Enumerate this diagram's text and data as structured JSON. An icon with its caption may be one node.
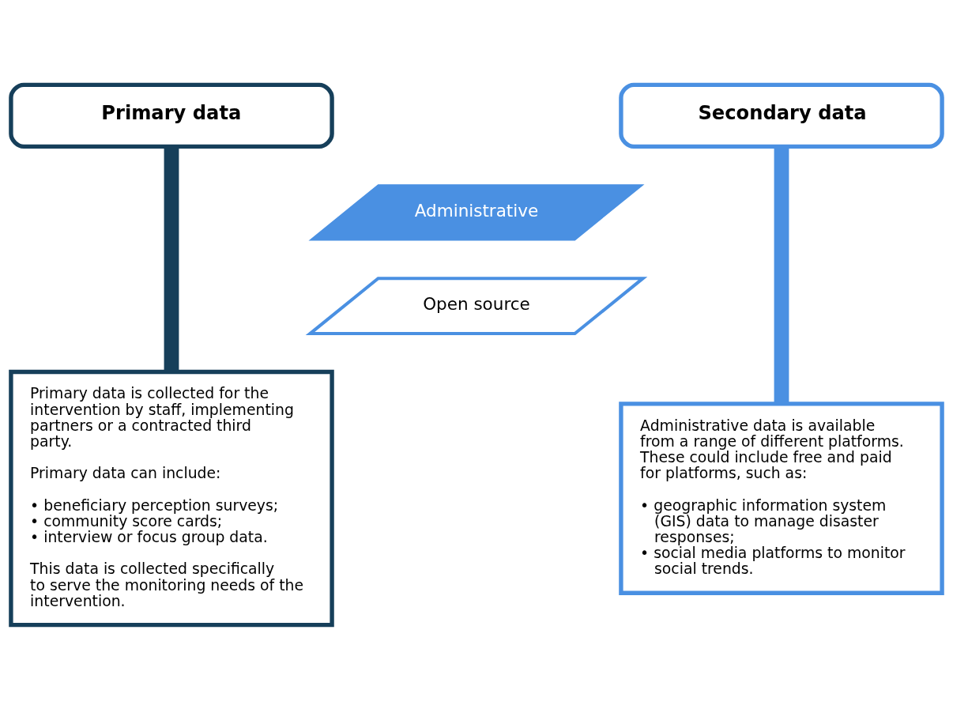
{
  "diagram": {
    "nodes": [
      {
        "text": [
          "Primary data"
        ]
      },
      {
        "text": [
          "Primary data is collected for the intervention by staff, implementing partners or a contracted third party.",
          "Primary data can include:",
          "• beneficiary perception surveys;",
          "• community score cards;",
          "• interview or focus group data.",
          "This data is collected specifically to serve the monitoring needs of the intervention."
        ]
      },
      {
        "text": [
          "Secondary data"
        ]
      },
      {
        "text": [
          "Administrative"
        ]
      },
      {
        "text": [
          "Open source"
        ]
      },
      {
        "text": [
          "Administrative data is available from a range of different platforms. These could include free and paid for platforms, such as:",
          "• geographic information system (GIS) data to manage disaster responses;",
          "• social media platforms to monitor social trends."
        ]
      }
    ],
    "edges": [
      {
        "from": 0,
        "to": 1,
        "arrow": "none",
        "color": "#163f5a"
      },
      {
        "from": 2,
        "to": 5,
        "arrow": "none",
        "color": "#4a90e2"
      }
    ]
  }
}
